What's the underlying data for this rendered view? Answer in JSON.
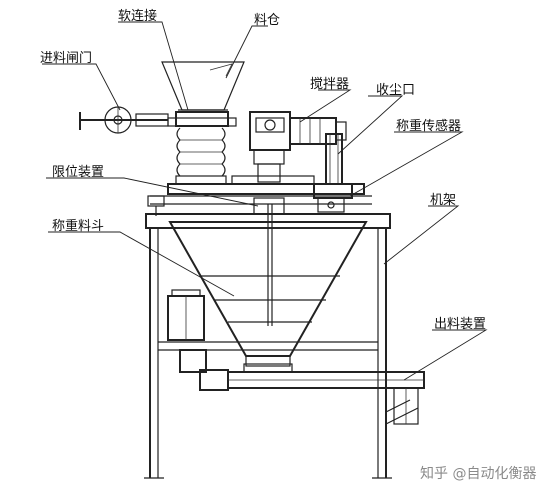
{
  "labels": {
    "soft_connection": "软连接",
    "silo": "料仓",
    "feed_gate": "进料闸门",
    "agitator": "搅拌器",
    "dust_outlet": "收尘口",
    "load_cell": "称重传感器",
    "limit_device": "限位装置",
    "frame": "机架",
    "weigh_hopper": "称重料斗",
    "discharge_device": "出料装置"
  },
  "watermark": "知乎 @自动化衡器"
}
